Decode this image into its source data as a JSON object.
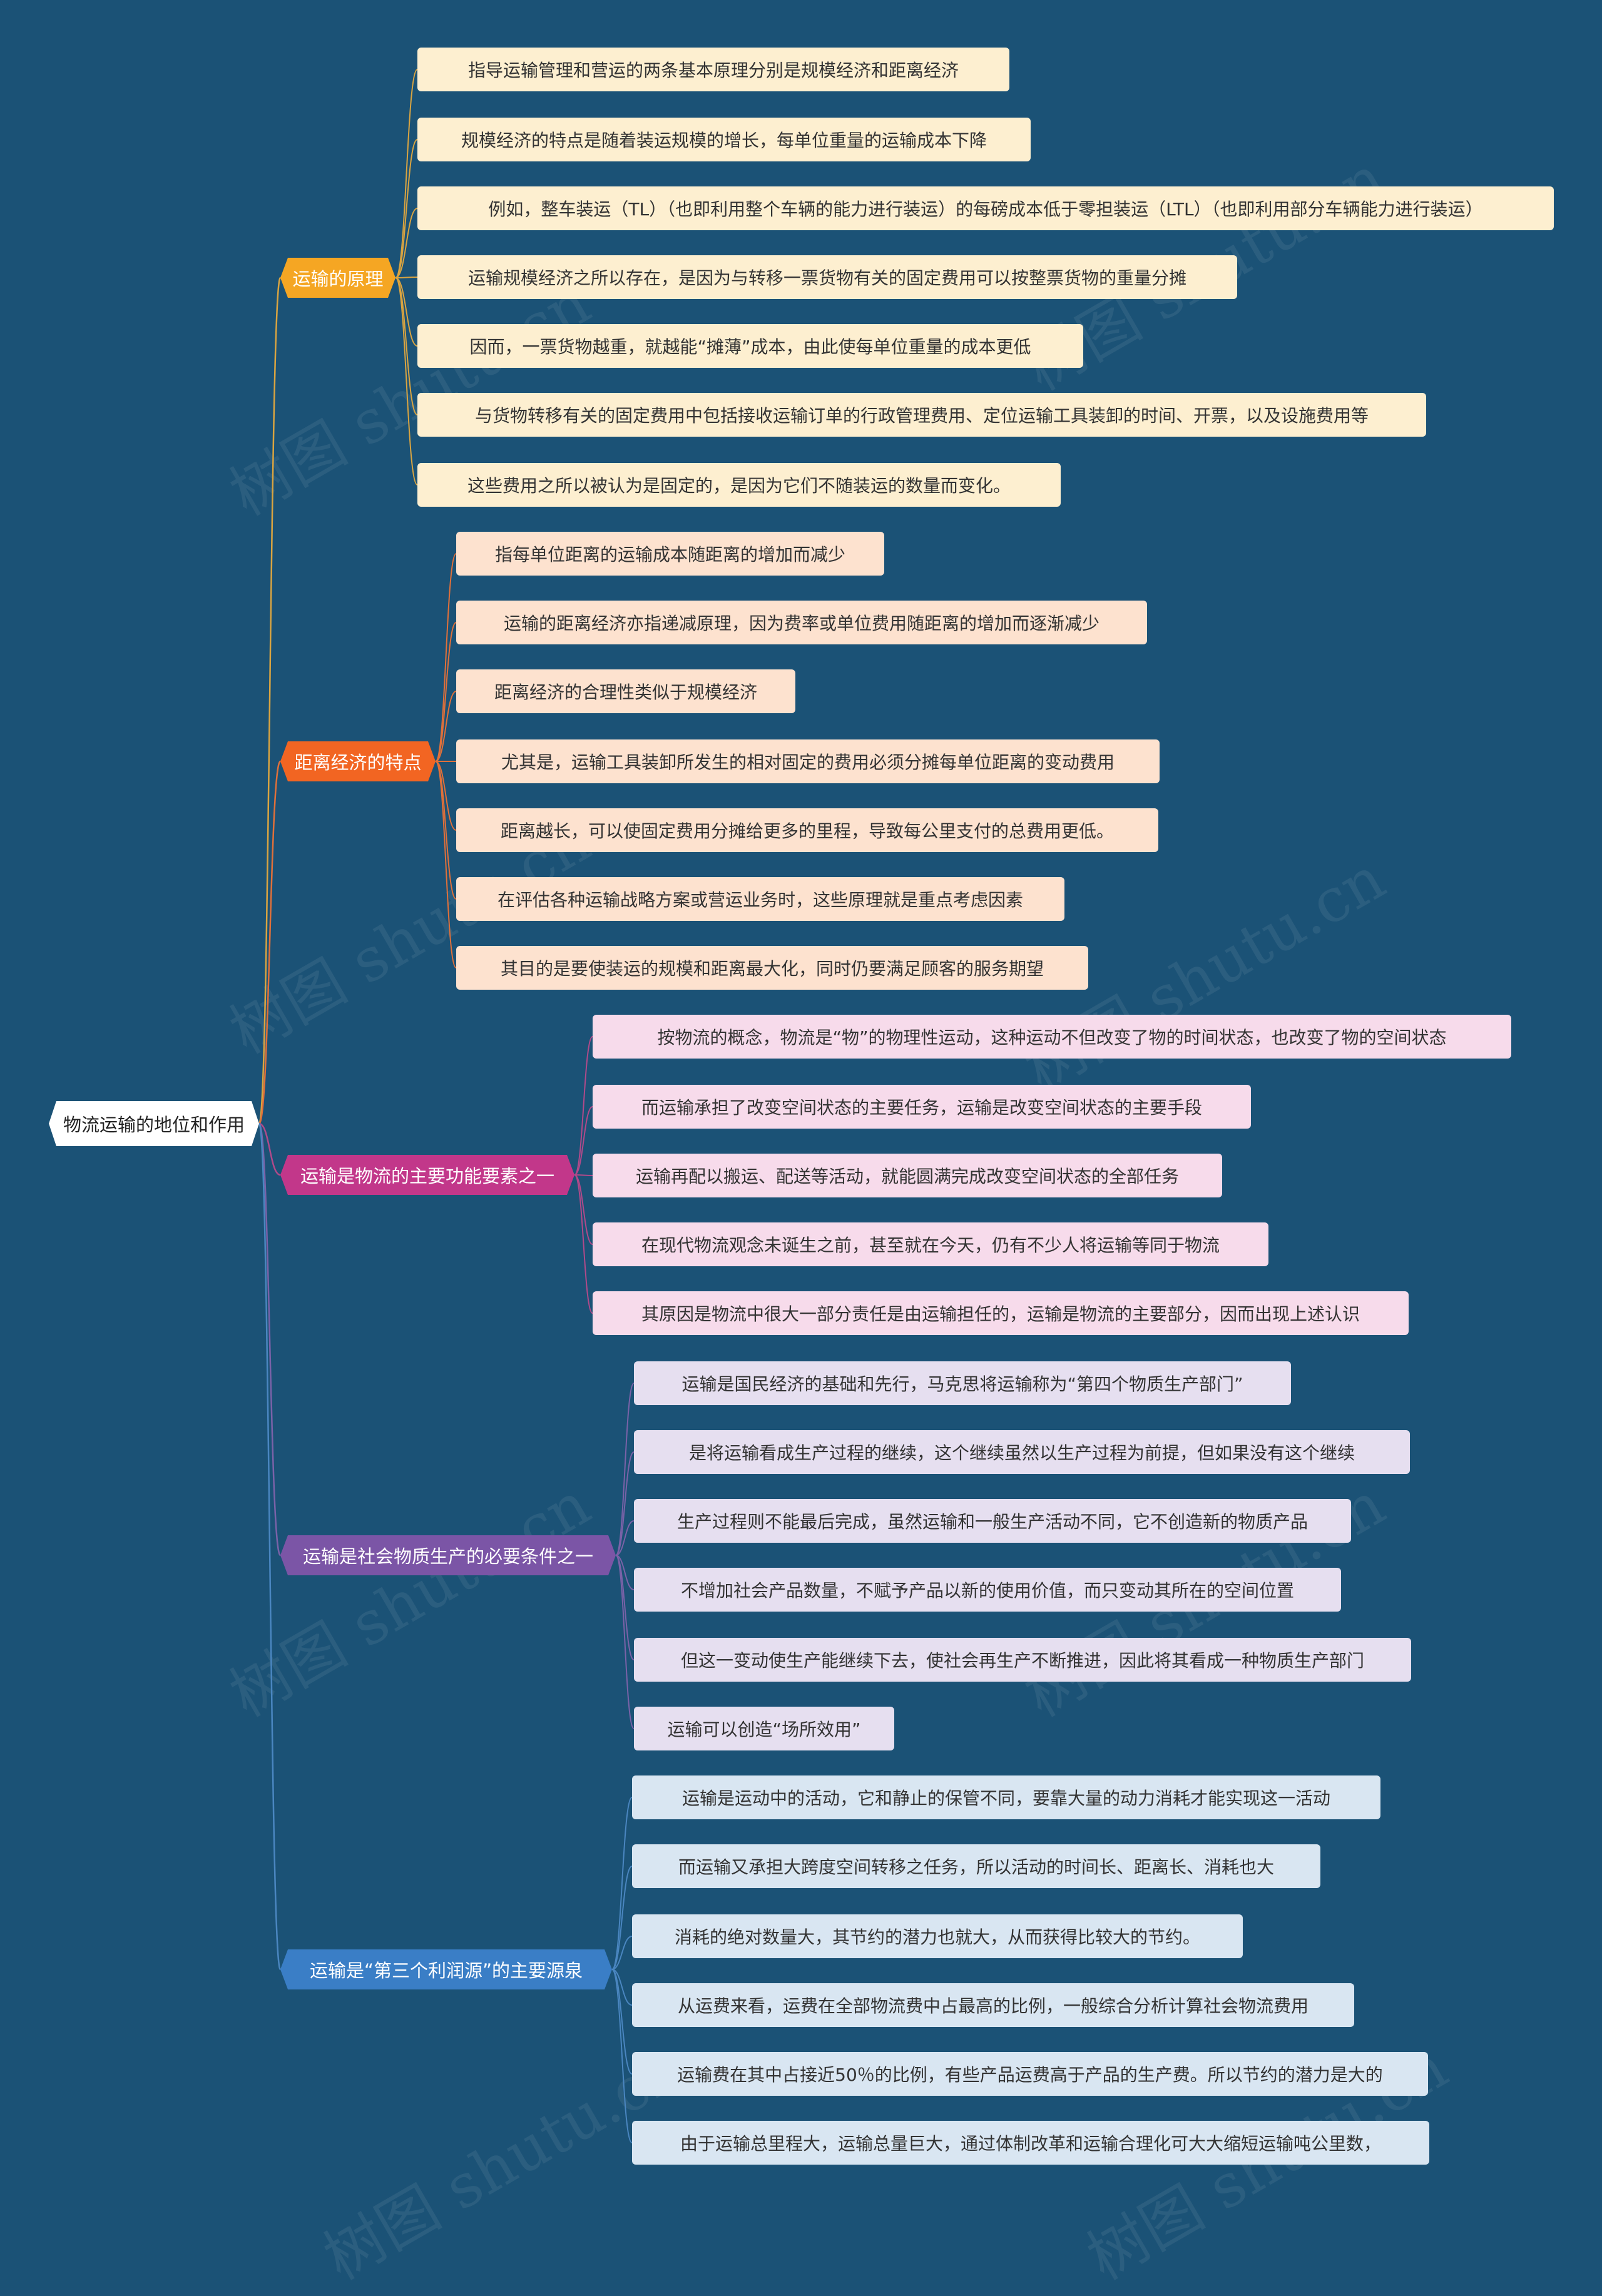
{
  "root": {
    "label": "物流运输的地位和作用",
    "color": "#ffffff"
  },
  "branches": [
    {
      "id": "b1",
      "label": "运输的原理",
      "color": "#f5a623",
      "line_color": "#d9a441",
      "leaf_color": "#fdefd0",
      "leaves": [
        "指导运输管理和营运的两条基本原理分别是规模经济和距离经济",
        "规模经济的特点是随着装运规模的增长，每单位重量的运输成本下降",
        "例如，整车装运（TL）（也即利用整个车辆的能力进行装运）的每磅成本低于零担装运（LTL）（也即利用部分车辆能力进行装运）",
        "运输规模经济之所以存在，是因为与转移一票货物有关的固定费用可以按整票货物的重量分摊",
        "因而，一票货物越重，就越能“摊薄”成本，由此使每单位重量的成本更低",
        "与货物转移有关的固定费用中包括接收运输订单的行政管理费用、定位运输工具装卸的时间、开票，以及设施费用等",
        "这些费用之所以被认为是固定的，是因为它们不随装运的数量而变化。"
      ]
    },
    {
      "id": "b2",
      "label": "距离经济的特点",
      "color": "#f26522",
      "line_color": "#e0703a",
      "leaf_color": "#fde2cf",
      "leaves": [
        "指每单位距离的运输成本随距离的增加而减少",
        "运输的距离经济亦指递减原理，因为费率或单位费用随距离的增加而逐渐减少",
        "距离经济的合理性类似于规模经济",
        "尤其是，运输工具装卸所发生的相对固定的费用必须分摊每单位距离的变动费用",
        "距离越长，可以使固定费用分摊给更多的里程，导致每公里支付的总费用更低。",
        "在评估各种运输战略方案或营运业务时，这些原理就是重点考虑因素",
        "其目的是要使装运的规模和距离最大化，同时仍要满足顾客的服务期望"
      ]
    },
    {
      "id": "b3",
      "label": "运输是物流的主要功能要素之一",
      "color": "#c2378a",
      "line_color": "#b04a8a",
      "leaf_color": "#f7dbeb",
      "leaves": [
        "按物流的概念，物流是“物”的物理性运动，这种运动不但改变了物的时间状态，也改变了物的空间状态",
        "而运输承担了改变空间状态的主要任务，运输是改变空间状态的主要手段",
        "运输再配以搬运、配送等活动，就能圆满完成改变空间状态的全部任务",
        "在现代物流观念未诞生之前，甚至就在今天，仍有不少人将运输等同于物流",
        "其原因是物流中很大一部分责任是由运输担任的，运输是物流的主要部分，因而出现上述认识"
      ]
    },
    {
      "id": "b4",
      "label": "运输是社会物质生产的必要条件之一",
      "color": "#7b55a6",
      "line_color": "#7a62a8",
      "leaf_color": "#e6dff0",
      "leaves": [
        "运输是国民经济的基础和先行，马克思将运输称为“第四个物质生产部门”",
        "是将运输看成生产过程的继续，这个继续虽然以生产过程为前提，但如果没有这个继续",
        "生产过程则不能最后完成，虽然运输和一般生产活动不同，它不创造新的物质产品",
        "不增加社会产品数量，不赋予产品以新的使用价值，而只变动其所在的空间位置",
        "但这一变动使生产能继续下去，使社会再生产不断推进，因此将其看成一种物质生产部门",
        "运输可以创造“场所效用”"
      ]
    },
    {
      "id": "b5",
      "label": "运输是“第三个利润源”的主要源泉",
      "color": "#3a7ec6",
      "line_color": "#4a86c0",
      "leaf_color": "#d9e6f2",
      "leaves": [
        "运输是运动中的活动，它和静止的保管不同，要靠大量的动力消耗才能实现这一活动",
        "而运输又承担大跨度空间转移之任务，所以活动的时间长、距离长、消耗也大",
        "消耗的绝对数量大，其节约的潜力也就大，从而获得比较大的节约。",
        "从运费来看，运费在全部物流费中占最高的比例，一般综合分析计算社会物流费用",
        "运输费在其中占接近50％的比例，有些产品运费高于产品的生产费。所以节约的潜力是大的",
        "由于运输总里程大，运输总量巨大，通过体制改革和运输合理化可大大缩短运输吨公里数，"
      ]
    }
  ]
}
